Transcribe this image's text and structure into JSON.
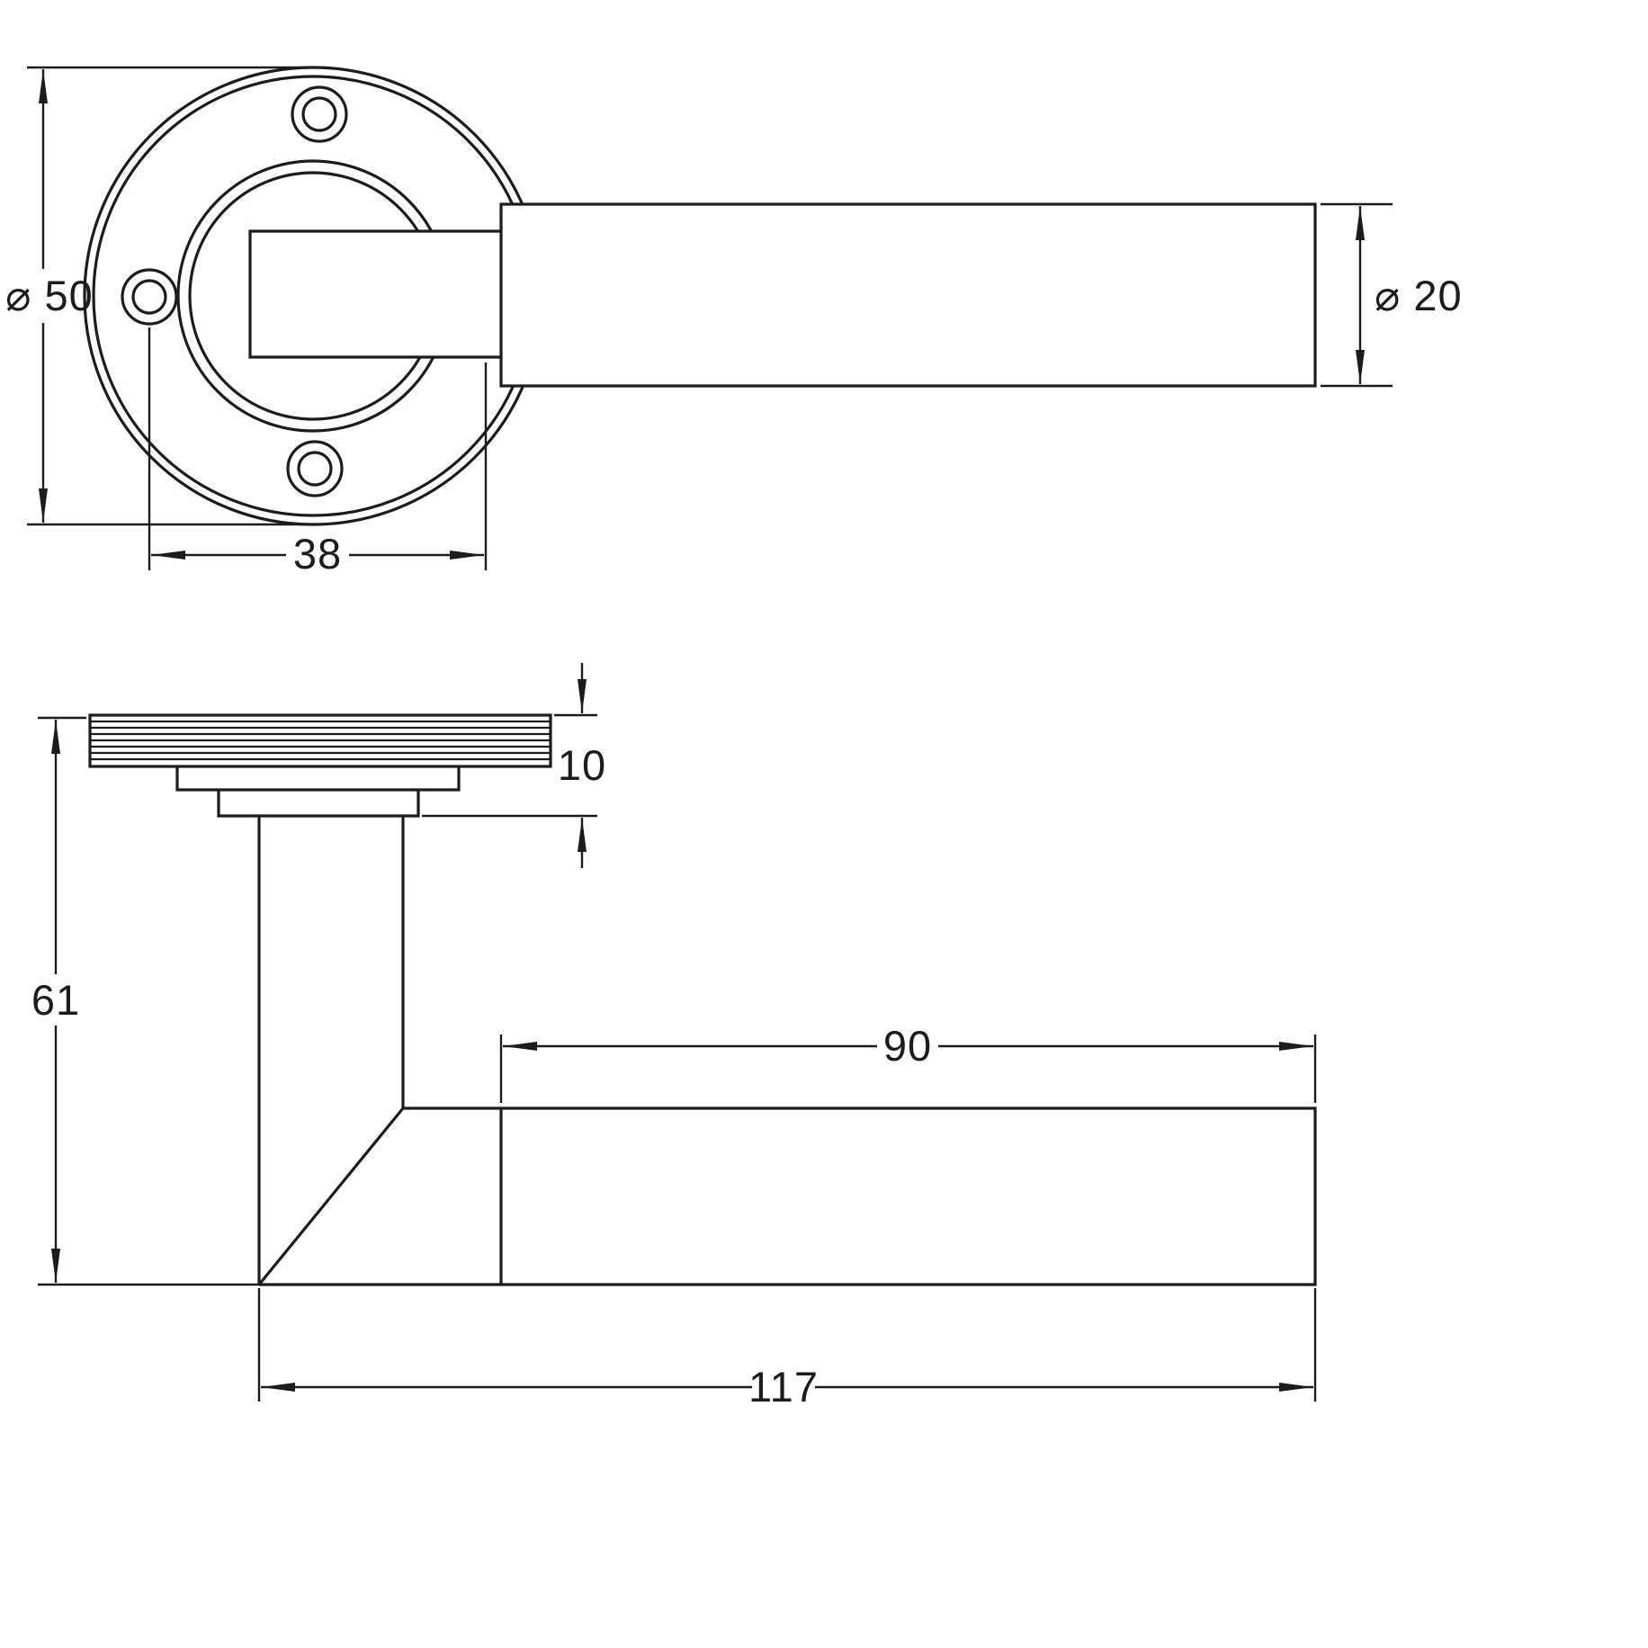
{
  "drawing": {
    "kind": "dimensioned technical drawing",
    "subject": "lever door handle on round rose, front and side views",
    "line_color": "#1c1c1c",
    "background_color": "#ffffff",
    "front_view": {
      "labels": {
        "rose_diameter": "⌀ 50",
        "lever_diameter": "⌀ 20",
        "screw_centre_offset": "38"
      }
    },
    "side_view": {
      "labels": {
        "rose_thickness": "10",
        "overall_projection": "61",
        "grip_length": "90",
        "overall_length": "117"
      }
    }
  }
}
